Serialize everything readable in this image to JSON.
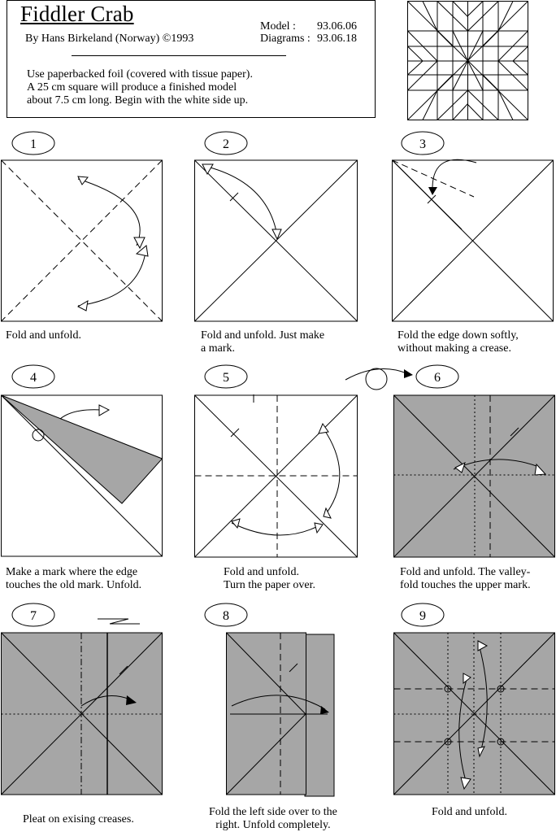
{
  "header": {
    "title": "Fiddler Crab",
    "author": "By Hans Birkeland (Norway)    ©1993",
    "model_label": "Model :",
    "model_value": "93.06.06",
    "diagrams_label": "Diagrams :",
    "diagrams_value": "93.06.18",
    "intro": [
      "Use paperbacked foil (covered with tissue paper).",
      "A 25 cm square will produce a finished model",
      "about 7.5 cm long. Begin with the white side up."
    ]
  },
  "colors": {
    "paper_grey": "#a6a6a6",
    "line": "#000000",
    "white": "#ffffff"
  },
  "steps": [
    {
      "number": "1",
      "caption": [
        "Fold and unfold."
      ]
    },
    {
      "number": "2",
      "caption": [
        "Fold and unfold. Just make",
        "a mark."
      ]
    },
    {
      "number": "3",
      "caption": [
        "Fold the edge down softly,",
        "without making a crease."
      ]
    },
    {
      "number": "4",
      "caption": [
        "Make a mark where the edge",
        "touches the old mark. Unfold."
      ]
    },
    {
      "number": "5",
      "caption": [
        "Fold and unfold.",
        "Turn the paper over."
      ]
    },
    {
      "number": "6",
      "caption": [
        "Fold  and unfold. The valley-",
        "fold touches the upper mark."
      ]
    },
    {
      "number": "7",
      "caption": [
        "Pleat on exising creases."
      ]
    },
    {
      "number": "8",
      "caption": [
        "Fold the left side over to the",
        "right. Unfold completely."
      ]
    },
    {
      "number": "9",
      "caption": [
        "Fold and unfold."
      ]
    }
  ]
}
